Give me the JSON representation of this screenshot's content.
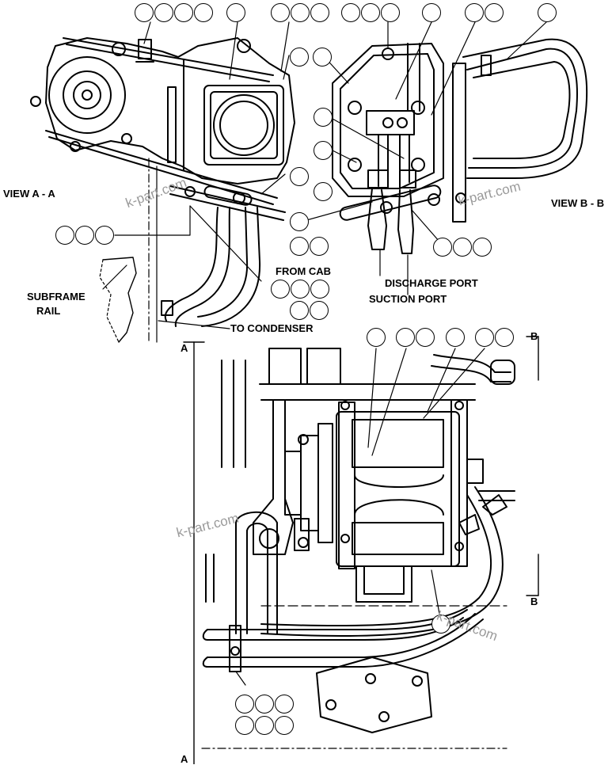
{
  "labels": {
    "view_a": "VIEW A - A",
    "view_b": "VIEW B - B",
    "from_cab": "FROM CAB",
    "discharge_port": "DISCHARGE PORT",
    "suction_port": "SUCTION PORT",
    "subframe_rail_1": "SUBFRAME",
    "subframe_rail_2": "RAIL",
    "to_condenser": "TO CONDENSER",
    "section_a_top": "A",
    "section_a_bottom": "A",
    "section_b_top": "B",
    "section_b_bottom": "B"
  },
  "watermark": "k-part.com",
  "colors": {
    "line": "#000000",
    "watermark": "#9a9a9a",
    "background": "#ffffff"
  }
}
